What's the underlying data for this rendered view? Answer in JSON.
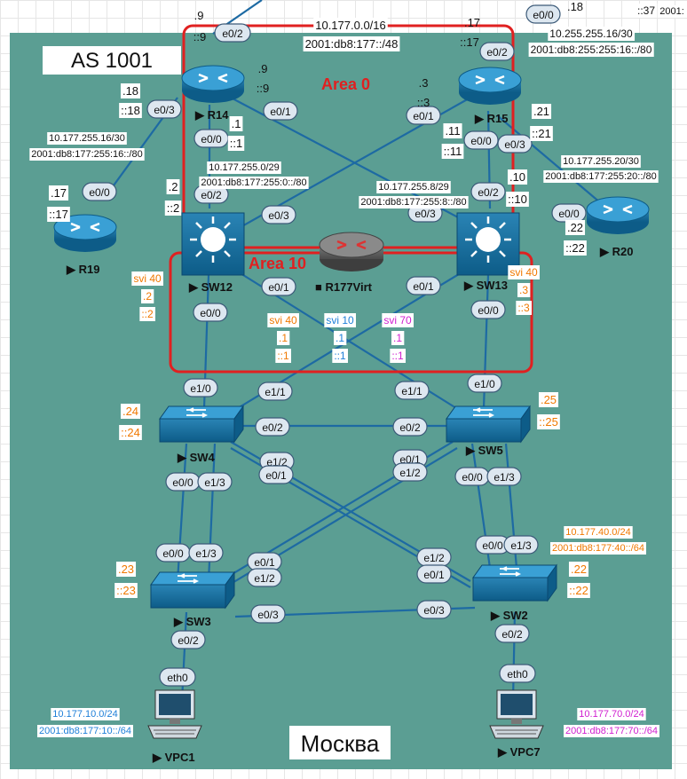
{
  "title": "AS 1001",
  "city": "Москва",
  "areas": {
    "area0": "Area 0",
    "area10": "Area 10"
  },
  "colors": {
    "bg": "#5b9e93",
    "link": "#1d6aa3",
    "area_box": "#e02020",
    "svi40": "#f07800",
    "svi10": "#1e7fd8",
    "svi70": "#d020d0",
    "vpc1_net": "#1e7fd8",
    "vpc7_net": "#d020d0"
  },
  "devices": {
    "r14": "R14",
    "r15": "R15",
    "r19": "R19",
    "r20": "R20",
    "r177": "R177Virt",
    "sw12": "SW12",
    "sw13": "SW13",
    "sw4": "SW4",
    "sw5": "SW5",
    "sw3": "SW3",
    "sw2": "SW2",
    "vpc1": "VPC1",
    "vpc7": "VPC7"
  },
  "ports": {
    "top_e0_2": "e0/2",
    "top_e0_0": "e0/0",
    "r14_e0_3": "e0/3",
    "r14_e0_1": "e0/1",
    "r14_e0_0": "e0/0",
    "r15_e0_2": "e0/2",
    "r15_e0_1": "e0/1",
    "r15_e0_0": "e0/0",
    "r15_e0_3": "e0/3",
    "r19_e0_0": "e0/0",
    "r20_e0_0": "e0/0",
    "sw12_e0_2": "e0/2",
    "sw12_e0_3": "e0/3",
    "sw12_e0_1": "e0/1",
    "sw12_e0_0": "e0/0",
    "sw13_e0_2": "e0/2",
    "sw13_e0_3": "e0/3",
    "sw13_e0_1": "e0/1",
    "sw13_e0_0": "e0/0",
    "sw4_e1_0": "e1/0",
    "sw4_e1_1": "e1/1",
    "sw4_e0_2": "e0/2",
    "sw4_e1_2": "e1/2",
    "sw4_e0_1": "e0/1",
    "sw4_e0_0": "e0/0",
    "sw4_e1_3": "e1/3",
    "sw5_e1_0": "e1/0",
    "sw5_e1_1": "e1/1",
    "sw5_e0_2": "e0/2",
    "sw5_e0_1": "e0/1",
    "sw5_e1_2": "e1/2",
    "sw5_e0_0": "e0/0",
    "sw5_e1_3": "e1/3",
    "sw3_e0_0": "e0/0",
    "sw3_e1_3": "e1/3",
    "sw3_e0_1": "e0/1",
    "sw3_e1_2": "e1/2",
    "sw3_e0_3": "e0/3",
    "sw3_e0_2": "e0/2",
    "sw2_e0_0": "e0/0",
    "sw2_e1_3": "e1/3",
    "sw2_e1_2": "e1/2",
    "sw2_e0_1": "e0/1",
    "sw2_e0_3": "e0/3",
    "sw2_e0_2": "e0/2",
    "vpc1_eth0": "eth0",
    "vpc7_eth0": "eth0"
  },
  "addresses": {
    "top_9a": ".9",
    "top_9b": "::9",
    "r14_9a": ".9",
    "r14_9b": "::9",
    "r15_17a": ".17",
    "r15_17b": "::17",
    "r15_3a": ".3",
    "r15_3b": "::3",
    "r14_18a": ".18",
    "r14_18b": "::18",
    "r14_1a": ".1",
    "r14_1b": "::1",
    "r15_11a": ".11",
    "r15_11b": "::11",
    "r15_21a": ".21",
    "r15_21b": "::21",
    "r19_17a": ".17",
    "r19_17b": "::17",
    "sw12_2a": ".2",
    "sw12_2b": "::2",
    "sw13_10a": ".10",
    "sw13_10b": "::10",
    "r20_22a": ".22",
    "r20_22b": "::22",
    "top_18": ".18",
    "top_37": "::37",
    "top_2001": "2001:"
  },
  "networks": {
    "net_177_v4": "10.177.0.0/16",
    "net_177_v6": "2001:db8:177::/48",
    "net_255_16_v4_top": "10.255.255.16/30",
    "net_255_16_v6_top": "2001:db8:255:255:16::/80",
    "net_16_v4": "10.177.255.16/30",
    "net_16_v6": "2001:db8:177:255:16::/80",
    "net_0_v4": "10.177.255.0/29",
    "net_0_v6": "2001:db8:177:255:0::/80",
    "net_8_v4": "10.177.255.8/29",
    "net_8_v6": "2001:db8:177:255:8::/80",
    "net_20_v4": "10.177.255.20/30",
    "net_20_v6": "2001:db8:177:255:20::/80",
    "net_40_v4": "10.177.40.0/24",
    "net_40_v6": "2001:db8:177:40::/64",
    "net_10_v4": "10.177.10.0/24",
    "net_10_v6": "2001:db8:177:10::/64",
    "net_70_v4": "10.177.70.0/24",
    "net_70_v6": "2001:db8:177:70::/64"
  },
  "svi": {
    "sw12_svi": "svi 40",
    "sw12_a": ".2",
    "sw12_b": "::2",
    "sw13_svi": "svi 40",
    "sw13_a": ".3",
    "sw13_b": "::3",
    "svi40": "svi 40",
    "svi40_a": ".1",
    "svi40_b": "::1",
    "svi10": "svi 10",
    "svi10_a": ".1",
    "svi10_b": "::1",
    "svi70": "svi 70",
    "svi70_a": ".1",
    "svi70_b": "::1",
    "sw4_a": ".24",
    "sw4_b": "::24",
    "sw5_a": ".25",
    "sw5_b": "::25",
    "sw3_a": ".23",
    "sw3_b": "::23",
    "sw2_a": ".22",
    "sw2_b": "::22"
  }
}
